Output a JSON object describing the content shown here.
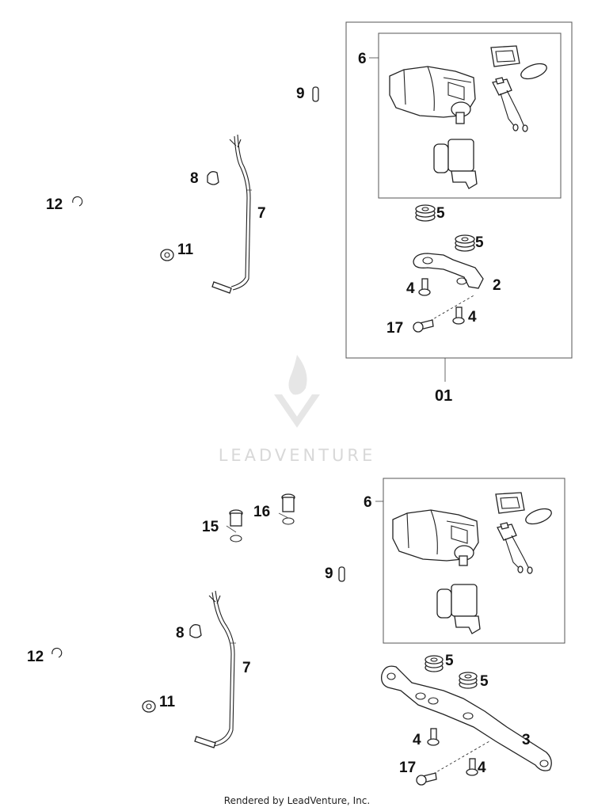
{
  "callouts": {
    "kit": "01",
    "top": {
      "p6": "6",
      "p9": "9",
      "p8": "8",
      "p7": "7",
      "p12": "12",
      "p11": "11",
      "p5a": "5",
      "p5b": "5",
      "p4a": "4",
      "p2": "2",
      "p17": "17",
      "p4b": "4"
    },
    "bottom": {
      "p6": "6",
      "p16": "16",
      "p15": "15",
      "p9": "9",
      "p8": "8",
      "p7": "7",
      "p12": "12",
      "p11": "11",
      "p5a": "5",
      "p5b": "5",
      "p4a": "4",
      "p3": "3",
      "p17": "17",
      "p4b": "4"
    }
  },
  "watermark": "LEADVENTURE",
  "footer": "Rendered by LeadVenture, Inc."
}
